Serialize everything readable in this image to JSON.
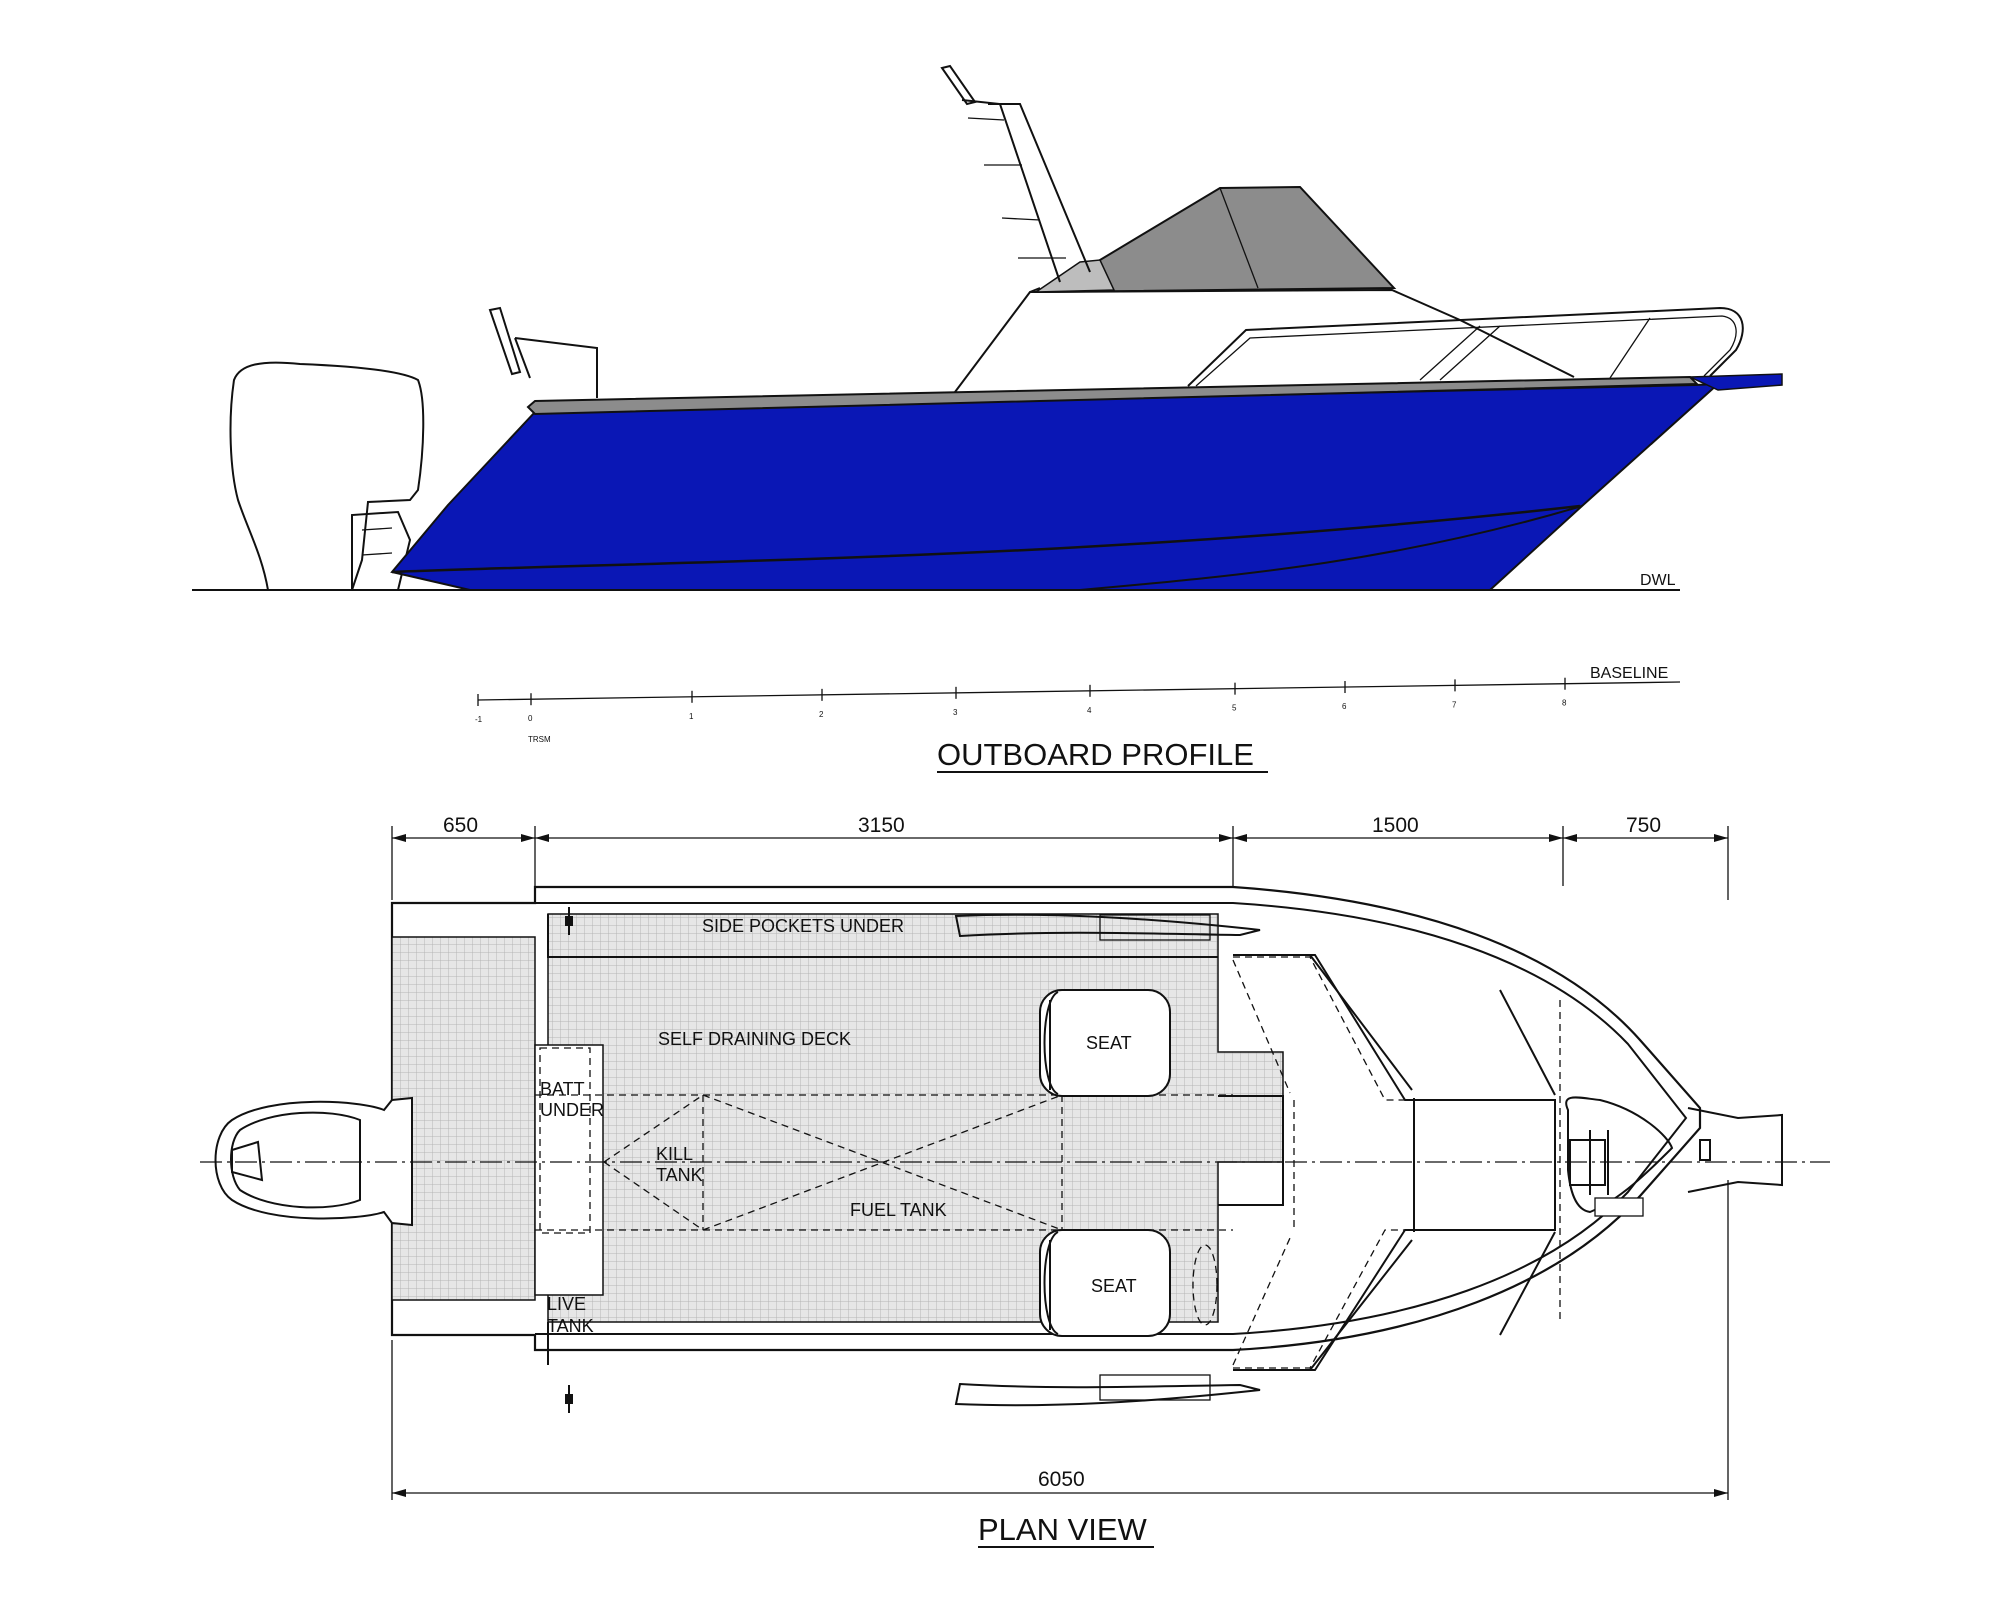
{
  "colors": {
    "hull": "#0a17b5",
    "canopy": "#8c8c8c",
    "deck_mesh": "#d9d9d9",
    "line": "#111111"
  },
  "profile": {
    "title": "OUTBOARD PROFILE",
    "dwl_label": "DWL",
    "baseline_label": "BASELINE",
    "station_ticks": [
      "-1",
      "0",
      "1",
      "2",
      "3",
      "4",
      "5",
      "6",
      "7",
      "8"
    ],
    "transom_label": "TRSM"
  },
  "plan": {
    "title": "PLAN VIEW",
    "dimensions": [
      "650",
      "3150",
      "1500",
      "750"
    ],
    "overall_length": "6050",
    "labels": {
      "side_pockets": "SIDE POCKETS UNDER",
      "deck": "SELF DRAINING DECK",
      "batt_1": "BATT",
      "batt_2": "UNDER",
      "kill_1": "KILL",
      "kill_2": "TANK",
      "fuel": "FUEL TANK",
      "live_1": "LIVE",
      "live_2": "TANK",
      "seat_upper": "SEAT",
      "seat_lower": "SEAT"
    }
  }
}
